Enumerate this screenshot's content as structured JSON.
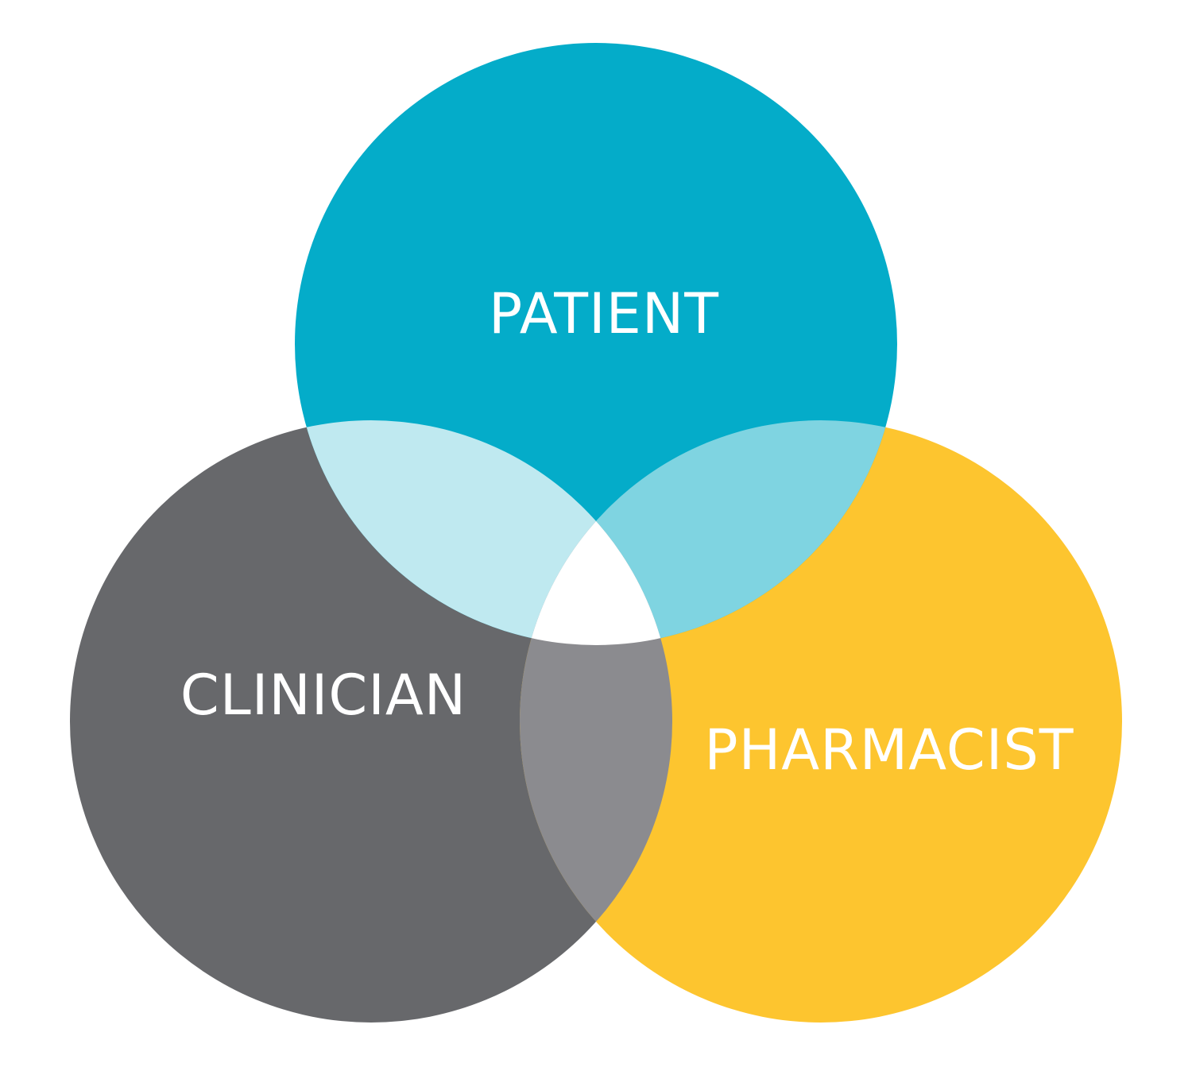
{
  "diagram": {
    "type": "venn-3",
    "background_color": "#ffffff",
    "sets": [
      {
        "id": "patient",
        "label": "PATIENT",
        "color": "#04acc9"
      },
      {
        "id": "clinician",
        "label": "CLINICIAN",
        "color": "#67686b"
      },
      {
        "id": "pharmacist",
        "label": "PHARMACIST",
        "color": "#fdc52f"
      }
    ],
    "overlaps": {
      "patient_clinician": {
        "color": "#bfe9f0"
      },
      "patient_pharmacist": {
        "color": "#7fd4e1"
      },
      "clinician_pharmacist": {
        "color": "#8b8b8f"
      },
      "all_three": {
        "color": "#ffffff"
      }
    },
    "label_color": "#ffffff"
  }
}
